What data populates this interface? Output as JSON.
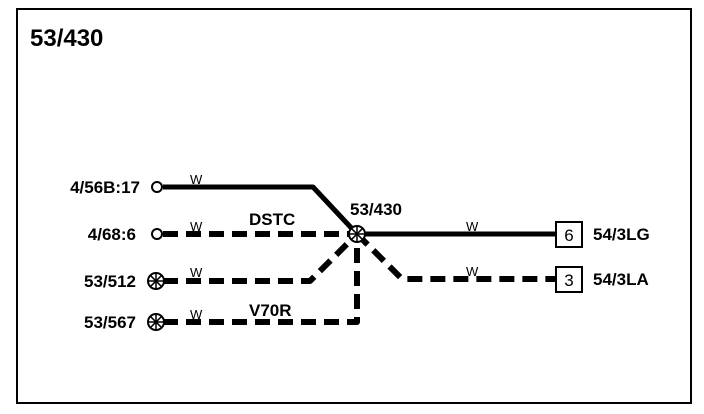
{
  "title": "53/430",
  "splice": {
    "label": "53/430"
  },
  "left_connectors": [
    {
      "label": "4/56B:17",
      "symbol": "open-circle-icon"
    },
    {
      "label": "4/68:6",
      "symbol": "open-circle-icon"
    },
    {
      "label": "53/512",
      "symbol": "splice-star-icon"
    },
    {
      "label": "53/567",
      "symbol": "splice-star-icon"
    }
  ],
  "right_connectors": [
    {
      "pin": "6",
      "label": "54/3LG"
    },
    {
      "pin": "3",
      "label": "54/3LA"
    }
  ],
  "wires": [
    {
      "color_code": "W",
      "tag": "",
      "style": "solid"
    },
    {
      "color_code": "W",
      "tag": "DSTC",
      "style": "dashed"
    },
    {
      "color_code": "W",
      "tag": "",
      "style": "dashed"
    },
    {
      "color_code": "W",
      "tag": "V70R",
      "style": "dashed"
    },
    {
      "color_code": "W",
      "tag": "",
      "style": "solid"
    },
    {
      "color_code": "W",
      "tag": "",
      "style": "dashed"
    }
  ],
  "colors": {
    "ink": "#000000",
    "background": "#ffffff"
  }
}
